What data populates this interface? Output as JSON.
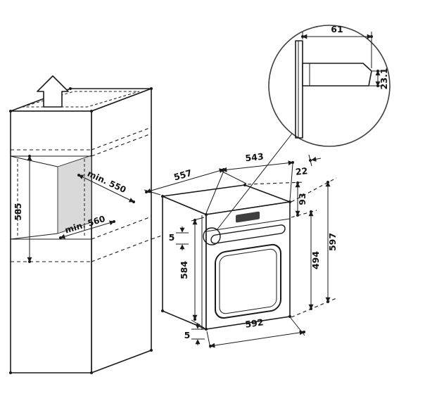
{
  "colors": {
    "line": "#1a1a1a",
    "niche_fill": "#d9d9d9",
    "background": "#ffffff",
    "detail_circle": "#3f3f3f"
  },
  "icons": {
    "insertion_arrow": "arrow-up"
  },
  "cabinet": {
    "niche_width_label": "min. 550",
    "niche_depth_label": "min. 560",
    "niche_height_label": "585"
  },
  "oven": {
    "top_depth_label": "557",
    "top_width_label": "543",
    "trim_overhang_label": "22",
    "control_panel_height_label": "93",
    "door_height_label": "494",
    "overall_height_label": "597",
    "body_height_label": "584",
    "overall_width_label": "592",
    "side_clearance_label": "5",
    "bottom_clearance_label": "5"
  },
  "detail": {
    "bracket_depth_label": "61",
    "bracket_height_label": "23.1"
  }
}
